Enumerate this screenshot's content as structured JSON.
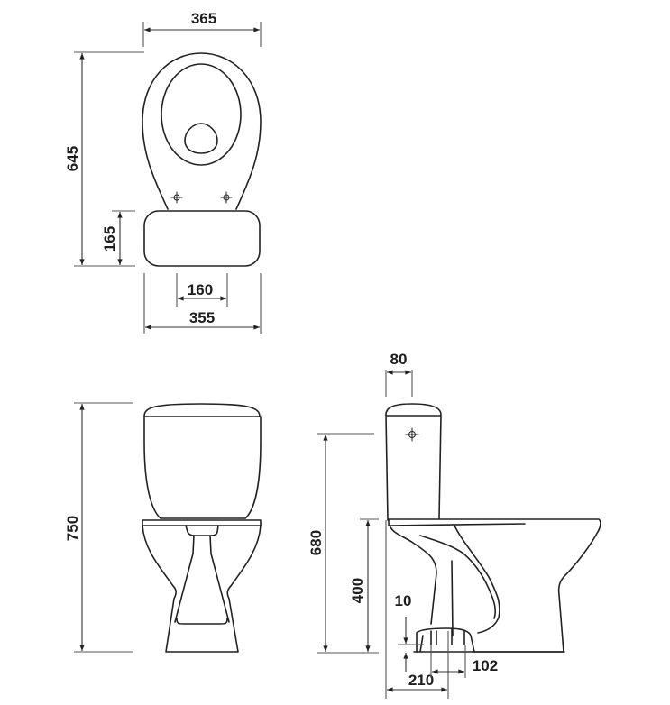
{
  "drawing": {
    "subject": "Close-coupled toilet technical drawing",
    "units": "mm",
    "line_color": "#222222",
    "background": "#ffffff"
  },
  "top_view": {
    "dimensions": {
      "overall_width": "365",
      "overall_depth": "645",
      "cistern_depth": "165",
      "fixing_spacing": "160",
      "cistern_width": "355"
    }
  },
  "front_view": {
    "dimensions": {
      "overall_height": "750"
    }
  },
  "side_view": {
    "dimensions": {
      "wall_to_cistern": "80",
      "fixing_height": "680",
      "seat_height": "400",
      "outlet_height": "10",
      "outlet_centre_from_wall": "210",
      "outlet_diameter": "102"
    }
  }
}
